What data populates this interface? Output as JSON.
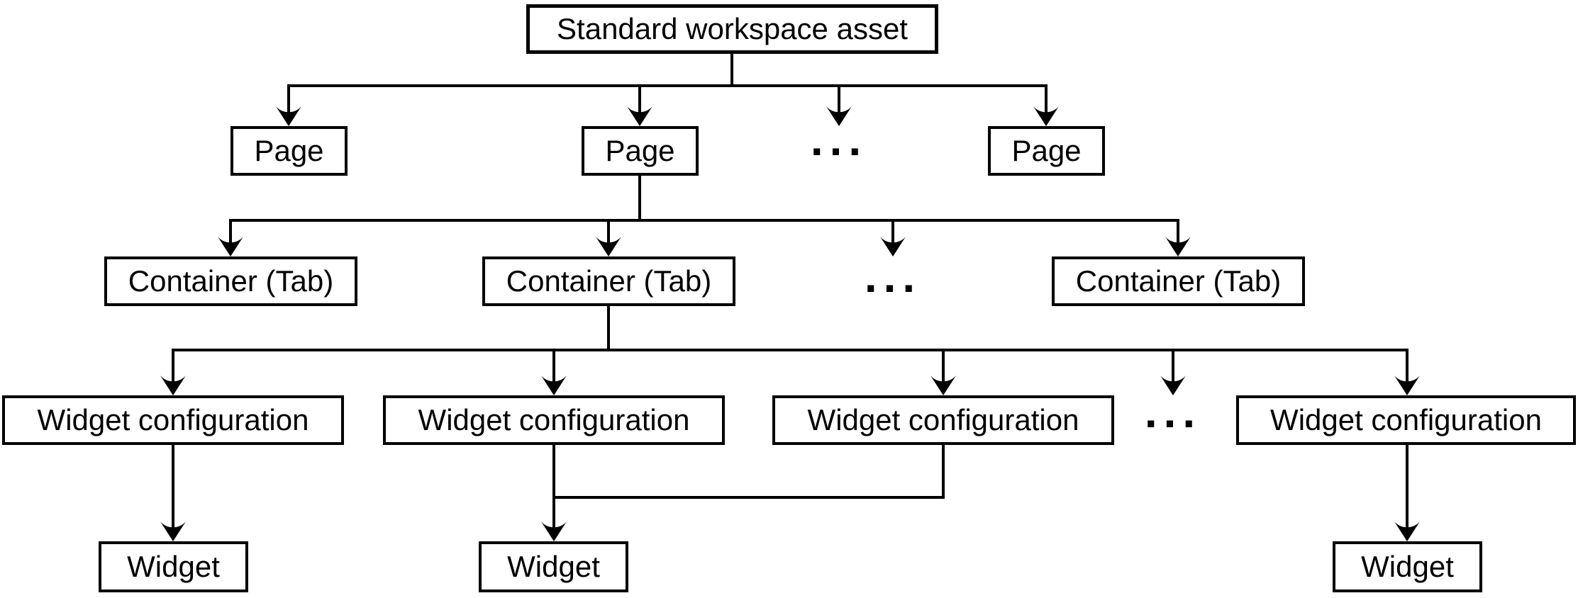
{
  "diagram": {
    "root": {
      "label": "Standard workspace asset"
    },
    "pages": {
      "items": [
        {
          "label": "Page"
        },
        {
          "label": "Page"
        },
        {
          "label": "Page"
        }
      ],
      "ellipsis": "..."
    },
    "containers": {
      "items": [
        {
          "label": "Container (Tab)"
        },
        {
          "label": "Container (Tab)"
        },
        {
          "label": "Container (Tab)"
        }
      ],
      "ellipsis": "..."
    },
    "widget_configurations": {
      "items": [
        {
          "label": "Widget configuration"
        },
        {
          "label": "Widget configuration"
        },
        {
          "label": "Widget configuration"
        },
        {
          "label": "Widget configuration"
        }
      ],
      "ellipsis": "..."
    },
    "widgets": {
      "items": [
        {
          "label": "Widget"
        },
        {
          "label": "Widget"
        },
        {
          "label": "Widget"
        }
      ]
    },
    "colors": {
      "stroke": "#000000",
      "background": "#ffffff",
      "text": "#000000"
    }
  }
}
